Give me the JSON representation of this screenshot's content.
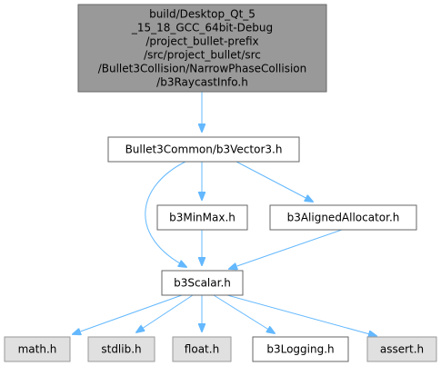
{
  "nodes": [
    {
      "id": "root",
      "lines": [
        "build/Desktop_Qt_5",
        "_15_18_GCC_64bit-Debug",
        "/project_bullet-prefix",
        "/src/project_bullet/src",
        "/Bullet3Collision/NarrowPhaseCollision",
        "/b3RaycastInfo.h"
      ],
      "style": "focus"
    },
    {
      "id": "vector3",
      "lines": [
        "Bullet3Common/b3Vector3.h"
      ],
      "style": "normal"
    },
    {
      "id": "minmax",
      "lines": [
        "b3MinMax.h"
      ],
      "style": "normal"
    },
    {
      "id": "aligned",
      "lines": [
        "b3AlignedAllocator.h"
      ],
      "style": "normal"
    },
    {
      "id": "scalar",
      "lines": [
        "b3Scalar.h"
      ],
      "style": "normal"
    },
    {
      "id": "math",
      "lines": [
        "math.h"
      ],
      "style": "system"
    },
    {
      "id": "stdlib",
      "lines": [
        "stdlib.h"
      ],
      "style": "system"
    },
    {
      "id": "float",
      "lines": [
        "float.h"
      ],
      "style": "system"
    },
    {
      "id": "logging",
      "lines": [
        "b3Logging.h"
      ],
      "style": "normal"
    },
    {
      "id": "assert",
      "lines": [
        "assert.h"
      ],
      "style": "system"
    }
  ],
  "edges": [
    {
      "from": "root",
      "to": "vector3"
    },
    {
      "from": "vector3",
      "to": "minmax"
    },
    {
      "from": "vector3",
      "to": "aligned"
    },
    {
      "from": "vector3",
      "to": "scalar"
    },
    {
      "from": "minmax",
      "to": "scalar"
    },
    {
      "from": "aligned",
      "to": "scalar"
    },
    {
      "from": "scalar",
      "to": "math"
    },
    {
      "from": "scalar",
      "to": "stdlib"
    },
    {
      "from": "scalar",
      "to": "float"
    },
    {
      "from": "scalar",
      "to": "logging"
    },
    {
      "from": "scalar",
      "to": "assert"
    }
  ],
  "colors": {
    "focus_fill": "#999999",
    "focus_border": "#666666",
    "normal_fill": "#ffffff",
    "normal_border": "#666666",
    "system_fill": "#e0e0e0",
    "system_border": "#999999",
    "edge": "#63b8ff",
    "text": "#000000"
  }
}
